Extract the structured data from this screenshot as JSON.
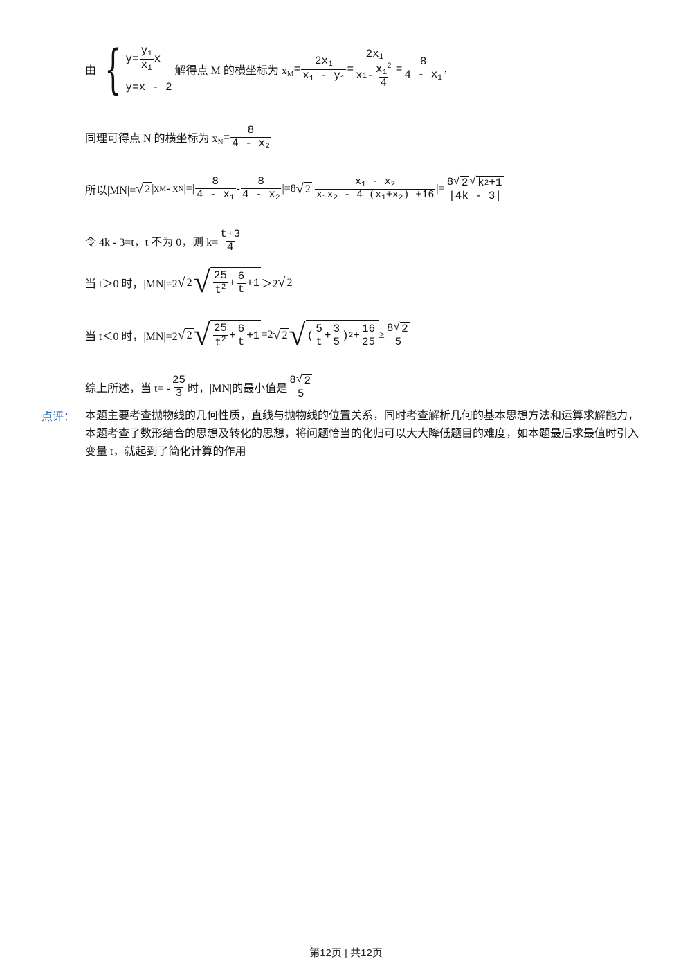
{
  "line1": {
    "you": "由",
    "sys_eq1_lhs": "y=",
    "sys_eq1_num": "y",
    "sys_eq1_num_sub": "1",
    "sys_eq1_den": "x",
    "sys_eq1_den_sub": "1",
    "sys_eq1_tail": "x",
    "sys_eq2": "y=x - 2",
    "text": "解得点 M 的横坐标为 x",
    "text_sub": "M",
    "eq": "=",
    "f1_num": "2x",
    "f1_num_sub": "1",
    "f1_den_a": "x",
    "f1_den_a_sub": "1",
    "f1_den_op": " - y",
    "f1_den_b_sub": "1",
    "eq2": "=",
    "f2_num": "2x",
    "f2_num_sub": "1",
    "f2_den_a": "x",
    "f2_den_a_sub": "1",
    "f2_den_op": " - ",
    "f2_inner_num": "x",
    "f2_inner_num_sub": "1",
    "f2_inner_num_sup": "2",
    "f2_inner_den": "4",
    "eq3": "=",
    "f3_num": "8",
    "f3_den": "4 - x",
    "f3_den_sub": "1",
    "tail": ","
  },
  "line2": {
    "text": "同理可得点 N 的横坐标为 x",
    "text_sub": "N",
    "eq": "=",
    "f_num": "8",
    "f_den": "4 - x",
    "f_den_sub": "2"
  },
  "line3": {
    "text": "所以|MN|=",
    "sqrt_val": "2",
    "mid1": "|x",
    "mid1_sub": "M",
    "mid2": " - x",
    "mid2_sub": "N",
    "mid3": "|=|",
    "fa_num": "8",
    "fa_den": "4 - x",
    "fa_den_sub": "1",
    "minus": " - ",
    "fb_num": "8",
    "fb_den": "4 - x",
    "fb_den_sub": "2",
    "mid4": "|=8",
    "sqrt_val2": "2",
    "bar": "|",
    "fc_num_a": "x",
    "fc_num_a_sub": "1",
    "fc_num_op": " - x",
    "fc_num_b_sub": "2",
    "fc_den_a": "x",
    "fc_den_a_sub": "1",
    "fc_den_b": "x",
    "fc_den_b_sub": "2",
    "fc_den_c": " - 4 (x",
    "fc_den_c_sub": "1",
    "fc_den_d": "+x",
    "fc_den_d_sub": "2",
    "fc_den_e": ") +16",
    "end_bar": "|=",
    "fd_num_8": "8",
    "fd_num_sqrt": "2",
    "fd_num_k": "k",
    "fd_num_k_sup": "2",
    "fd_num_tail": "+1",
    "fd_den": "|4k - 3|"
  },
  "line4": {
    "text": "令 4k - 3=t，t 不为 0，则 k=",
    "f_num": "t+3",
    "f_den": "4"
  },
  "line5": {
    "text": "当 t＞0 时，|MN|=2",
    "sqrt_a": "2",
    "in_f1_num": "25",
    "in_f1_den": "t",
    "in_f1_den_sup": "2",
    "in_plus": "+",
    "in_f2_num": "6",
    "in_f2_den": "t",
    "in_tail": "+1",
    "cmp": "＞2",
    "sqrt_b": "2"
  },
  "line6": {
    "text": "当 t＜0 时，|MN|=2",
    "sqrt_a": "2",
    "in_f1_num": "25",
    "in_f1_den": "t",
    "in_f1_den_sup": "2",
    "in_plus": "+",
    "in_f2_num": "6",
    "in_f2_den": "t",
    "in_tail": "+1",
    "eq": "=2",
    "sqrt_b": "2",
    "paren_open": "(",
    "p_f1_num": "5",
    "p_f1_den": "t",
    "p_plus": "+",
    "p_f2_num": "3",
    "p_f2_den": "5",
    "paren_close": ")",
    "p_sup": "2",
    "p_plus2": "+",
    "p_f3_num": "16",
    "p_f3_den": "25",
    "ge": "≥",
    "r_num_8": "8",
    "r_num_sqrt": "2",
    "r_den": "5"
  },
  "line7": {
    "text": "综上所述，当 t= - ",
    "f_num": "25",
    "f_den": "3",
    "mid": "时，|MN|的最小值是",
    "r_num_8": "8",
    "r_num_sqrt": "2",
    "r_den": "5"
  },
  "comment": {
    "label": "点评：",
    "text": "本题主要考查抛物线的几何性质，直线与抛物线的位置关系，同时考查解析几何的基本思想方法和运算求解能力，本题考查了数形结合的思想及转化的思想，将问题恰当的化归可以大大降低题目的难度，如本题最后求最值时引入变量 t，就起到了简化计算的作用"
  },
  "footer": {
    "text": "第12页 | 共12页"
  }
}
